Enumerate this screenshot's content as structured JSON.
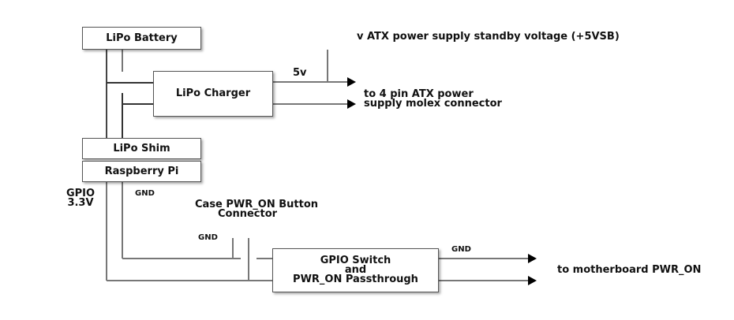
{
  "diagram": {
    "blocks": {
      "battery": "LiPo Battery",
      "charger": "LiPo Charger",
      "shim": "LiPo Shim",
      "pi": "Raspberry Pi",
      "switch_line1": "GPIO Switch",
      "switch_line2": "and",
      "switch_line3": "PWR_ON Passthrough"
    },
    "labels": {
      "standby": "v ATX power supply standby voltage (+5VSB)",
      "five_v": "5v",
      "atx_line1": "to 4 pin ATX power",
      "atx_line2": "supply molex connector",
      "gpio_line1": "GPIO",
      "gpio_line2": "3.3V",
      "gnd_pi": "GND",
      "case_line1": "Case PWR_ON Button",
      "case_line2": "Connector",
      "gnd_case": "GND",
      "gnd_out": "GND",
      "motherboard": "to motherboard PWR_ON"
    },
    "colors": {
      "wire_dark": "#333333",
      "wire_light": "#777777",
      "arrow": "#000000"
    }
  }
}
